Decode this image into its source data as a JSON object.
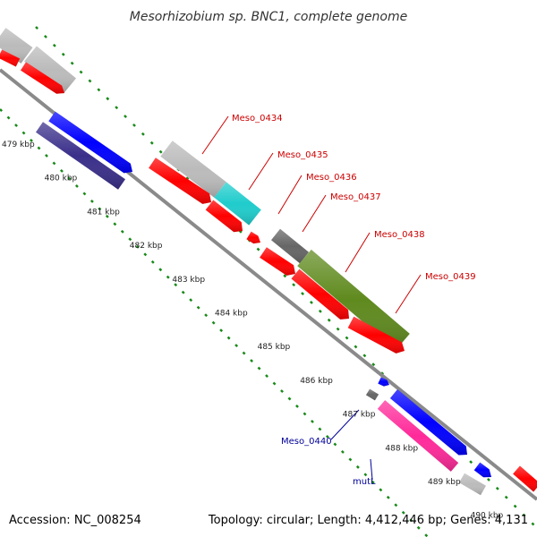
{
  "title": "Mesorhizobium sp. BNC1, complete genome",
  "footer": {
    "accession": "Accession: NC_008254",
    "summary": "Topology: circular; Length: 4,412,446 bp; Genes: 4,131"
  },
  "ticks": [
    "479 kbp",
    "480 kbp",
    "481 kbp",
    "482 kbp",
    "483 kbp",
    "484 kbp",
    "485 kbp",
    "486 kbp",
    "487 kbp",
    "488 kbp",
    "489 kbp",
    "490 kbp"
  ],
  "gene_labels": [
    {
      "text": "Meso_0434",
      "color": "#cc0000"
    },
    {
      "text": "Meso_0435",
      "color": "#cc0000"
    },
    {
      "text": "Meso_0436",
      "color": "#cc0000"
    },
    {
      "text": "Meso_0437",
      "color": "#cc0000"
    },
    {
      "text": "Meso_0438",
      "color": "#cc0000"
    },
    {
      "text": "Meso_0439",
      "color": "#cc0000"
    },
    {
      "text": "Meso_0440",
      "color": "#000099"
    },
    {
      "text": "mutL",
      "color": "#000099"
    }
  ],
  "colors": {
    "backbone": "#8a8a8a",
    "cds": "#ff0000",
    "gene": "#bbbbbb",
    "forward": "#0000ff",
    "forward_dark": "#3a2f8a",
    "cyan": "#20cccc",
    "olive": "#5f8a1e",
    "pink": "#ff2a9a",
    "dark_gray": "#666666",
    "tick_green": "#1a8a1a"
  }
}
